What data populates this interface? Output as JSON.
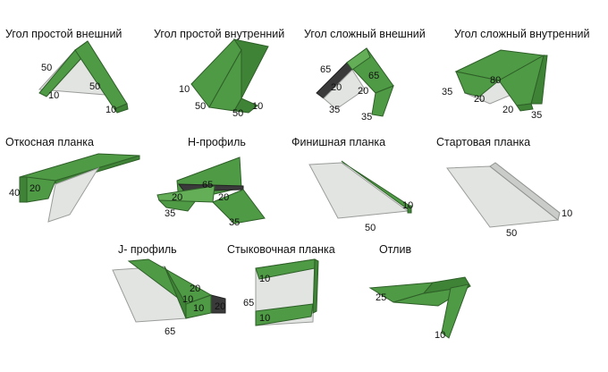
{
  "titles": {
    "t1": "Угол простой внешний",
    "t2": "Угол простой внутренний",
    "t3": "Угол сложный внешний",
    "t4": "Угол сложный внутренний",
    "t5": "Откосная планка",
    "t6": "Н-профиль",
    "t7": "Финишная планка",
    "t8": "Стартовая планка",
    "t9": "J- профиль",
    "t10": "Стыковочная планка",
    "t11": "Отлив"
  },
  "dims": {
    "d1": [
      "50",
      "10",
      "50",
      "10"
    ],
    "d2": [
      "10",
      "50",
      "50",
      "10"
    ],
    "d3": [
      "65",
      "20",
      "65",
      "20",
      "35",
      "35"
    ],
    "d4": [
      "80",
      "35",
      "20",
      "20",
      "35"
    ],
    "d5": [
      "40",
      "20"
    ],
    "d6": [
      "65",
      "20",
      "20",
      "35",
      "35"
    ],
    "d7": [
      "10",
      "50"
    ],
    "d8": [
      "10",
      "50"
    ],
    "d9": [
      "20",
      "10",
      "20",
      "10",
      "65"
    ],
    "d10": [
      "10",
      "65",
      "10"
    ],
    "d11": [
      "25",
      "10"
    ]
  },
  "colors": {
    "profile_green": "#4f9a45",
    "profile_white": "#e2e4e2",
    "edge_dark": "#3a3a3a"
  }
}
